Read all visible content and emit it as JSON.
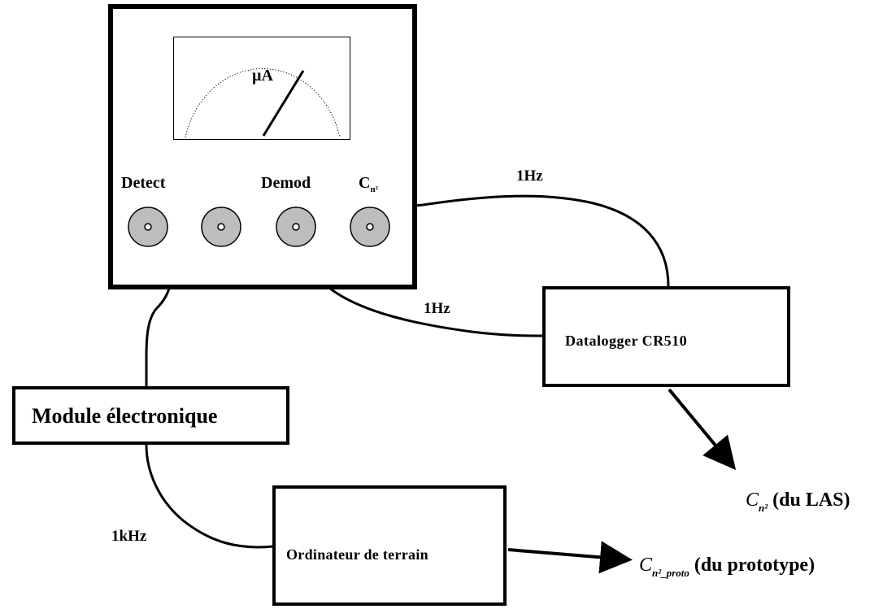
{
  "meter": {
    "unit": "µA"
  },
  "connectors": {
    "detect": "Detect",
    "demod": "Demod",
    "cn2": {
      "base": "C",
      "sub": "n²"
    }
  },
  "links": {
    "cn2_to_datalogger": "1Hz",
    "demod_to_datalogger": "1Hz",
    "module_to_ordinateur": "1kHz"
  },
  "boxes": {
    "module": "Module électronique",
    "datalogger": "Datalogger CR510",
    "ordinateur": "Ordinateur de terrain"
  },
  "outputs": {
    "las": {
      "symbol": "C",
      "sub": "n²",
      "text": "(du LAS)"
    },
    "proto": {
      "symbol": "C",
      "sub": "n²_proto",
      "text": "(du prototype)"
    }
  }
}
